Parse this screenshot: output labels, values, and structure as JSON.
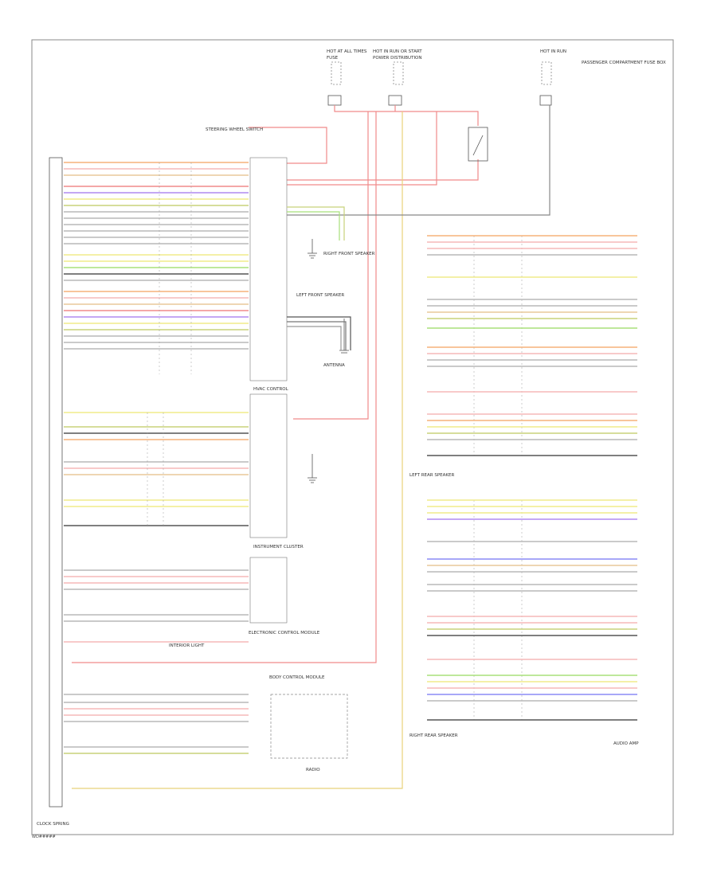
{
  "diagram": {
    "footer_code": "WD#####",
    "colors": {
      "red": "#f08a8a",
      "pink": "#f5b8b8",
      "orange": "#f5b27a",
      "yellow": "#f0ec8a",
      "green": "#a8e07a",
      "violet": "#b08af0",
      "blue": "#8a8af5",
      "gray": "#b8b8b8",
      "dark": "#555555",
      "tan": "#e8c89a",
      "olive": "#c8d27a",
      "frame": "#888888"
    },
    "captions": {
      "top_fuse_left": "HOT AT ALL TIMES",
      "top_fuse_left_sub": "FUSE",
      "top_fuse_center": "HOT IN RUN OR START",
      "top_fuse_center_sub": "POWER DISTRIBUTION",
      "top_fuse_right": "HOT IN RUN",
      "top_fuse_right_sub": "PASSENGER COMPARTMENT FUSE BOX",
      "left_module": "CLOCK SPRING",
      "center_module": "HVAC CONTROL",
      "center_module_2": "INSTRUMENT CLUSTER",
      "center_module_3": "ELECTRONIC CONTROL MODULE",
      "center_module_4": "BODY CONTROL MODULE",
      "right_module_1": "LEFT REAR SPEAKER",
      "right_module_2": "RIGHT REAR SPEAKER",
      "right_module_3": "AUDIO AMP",
      "ground_1": "G",
      "ground_2": "G",
      "interior_lamp": "INTERIOR LIGHT",
      "steering_switch": "STEERING WHEEL SWITCH",
      "cassette": "RADIO",
      "front_left": "LEFT FRONT SPEAKER",
      "front_right": "RIGHT FRONT SPEAKER",
      "antenna": "ANTENNA"
    }
  }
}
